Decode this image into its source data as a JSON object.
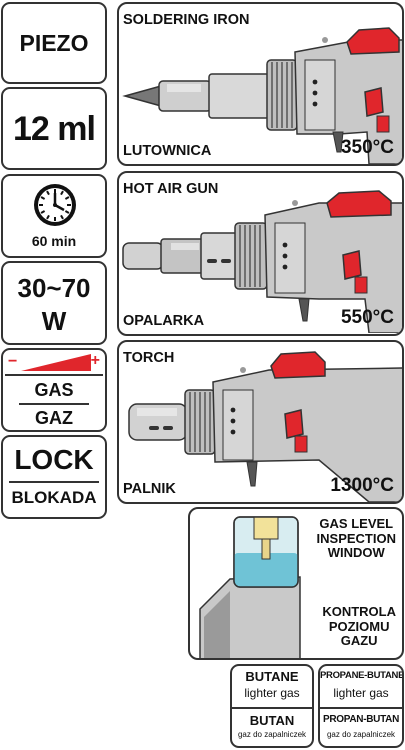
{
  "features": {
    "ignition": "PIEZO",
    "capacity": "12 ml",
    "runtime": "60 min",
    "power_top": "30~70",
    "power_unit": "W",
    "gas_control_minus": "−",
    "gas_control_plus": "+",
    "gas_en": "GAS",
    "gas_pl": "GAZ",
    "lock_en": "LOCK",
    "lock_pl": "BLOKADA"
  },
  "modes": [
    {
      "title": "SOLDERING IRON",
      "subtitle": "LUTOWNICA",
      "temperature": "350°C"
    },
    {
      "title": "HOT AIR GUN",
      "subtitle": "OPALARKA",
      "temperature": "550°C"
    },
    {
      "title": "TORCH",
      "subtitle": "PALNIK",
      "temperature": "1300°C"
    }
  ],
  "inspection": {
    "en": [
      "GAS LEVEL",
      "INSPECTION",
      "WINDOW"
    ],
    "pl": [
      "KONTROLA",
      "POZIOMU",
      "GAZU"
    ]
  },
  "gas_types": [
    {
      "name_en": "BUTANE",
      "desc_en": "lighter gas",
      "name_pl": "BUTAN",
      "desc_pl": "gaz do zapalniczek"
    },
    {
      "name_en": "PROPANE-BUTANE",
      "desc_en": "lighter gas",
      "name_pl": "PROPAN-BUTAN",
      "desc_pl": "gaz do zapalniczek"
    }
  ],
  "colors": {
    "accent_red": "#e0262c",
    "tool_gray": "#c9c9c9",
    "gas_blue": "#6fc3d6",
    "gas_yellow": "#f2e29a",
    "border": "#333333"
  },
  "icons": [
    "clock-icon",
    "gas-ramp-icon",
    "soldering-iron-icon",
    "hot-air-gun-icon",
    "torch-icon",
    "gas-tank-icon"
  ]
}
